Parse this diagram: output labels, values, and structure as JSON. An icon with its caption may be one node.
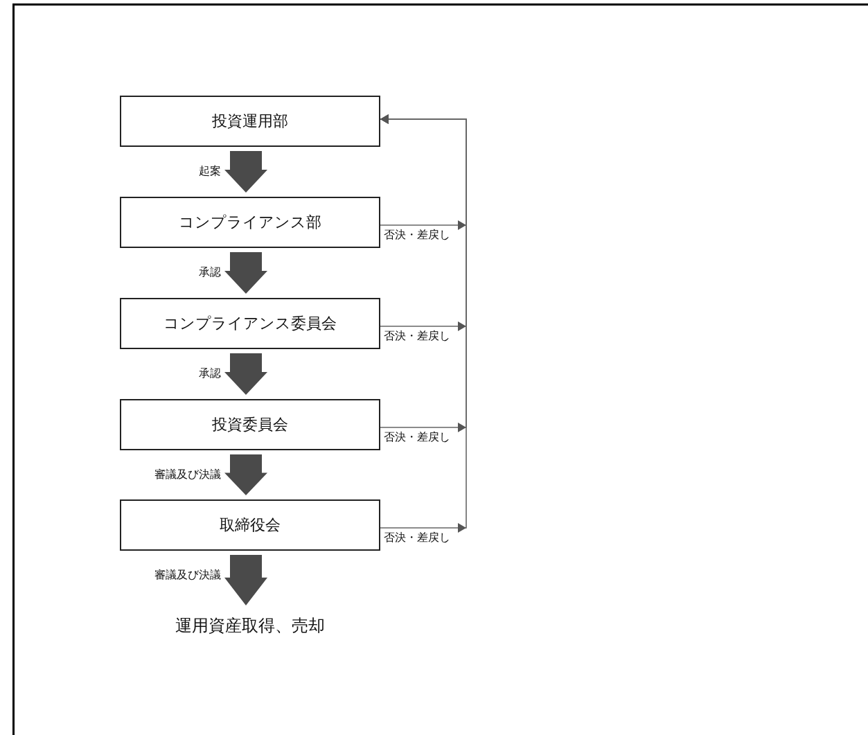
{
  "diagram": {
    "nodes": [
      {
        "text": [
          "投資運用部"
        ]
      },
      {
        "text": [
          "コンプライアンス部"
        ]
      },
      {
        "text": [
          "コンプライアンス委員会"
        ]
      },
      {
        "text": [
          "投資委員会"
        ]
      },
      {
        "text": [
          "取締役会"
        ]
      },
      {
        "text": [
          "運用資産取得、売却"
        ]
      }
    ],
    "edges": [
      {
        "from": 0,
        "to": 1,
        "arrow": "to",
        "style": "thick",
        "label": "起案"
      },
      {
        "from": 1,
        "to": 2,
        "arrow": "to",
        "style": "thick",
        "label": "承認"
      },
      {
        "from": 2,
        "to": 3,
        "arrow": "to",
        "style": "thick",
        "label": "承認"
      },
      {
        "from": 3,
        "to": 4,
        "arrow": "to",
        "style": "thick",
        "label": "審議及び決議"
      },
      {
        "from": 4,
        "to": 5,
        "arrow": "to",
        "style": "thick",
        "label": "審議及び決議"
      },
      {
        "from": 1,
        "to": 0,
        "arrow": "to",
        "label": "否決・差戻し"
      },
      {
        "from": 2,
        "to": 0,
        "arrow": "to",
        "label": "否決・差戻し"
      },
      {
        "from": 3,
        "to": 0,
        "arrow": "to",
        "label": "否決・差戻し"
      },
      {
        "from": 4,
        "to": 0,
        "arrow": "to",
        "label": "否決・差戻し"
      }
    ]
  }
}
